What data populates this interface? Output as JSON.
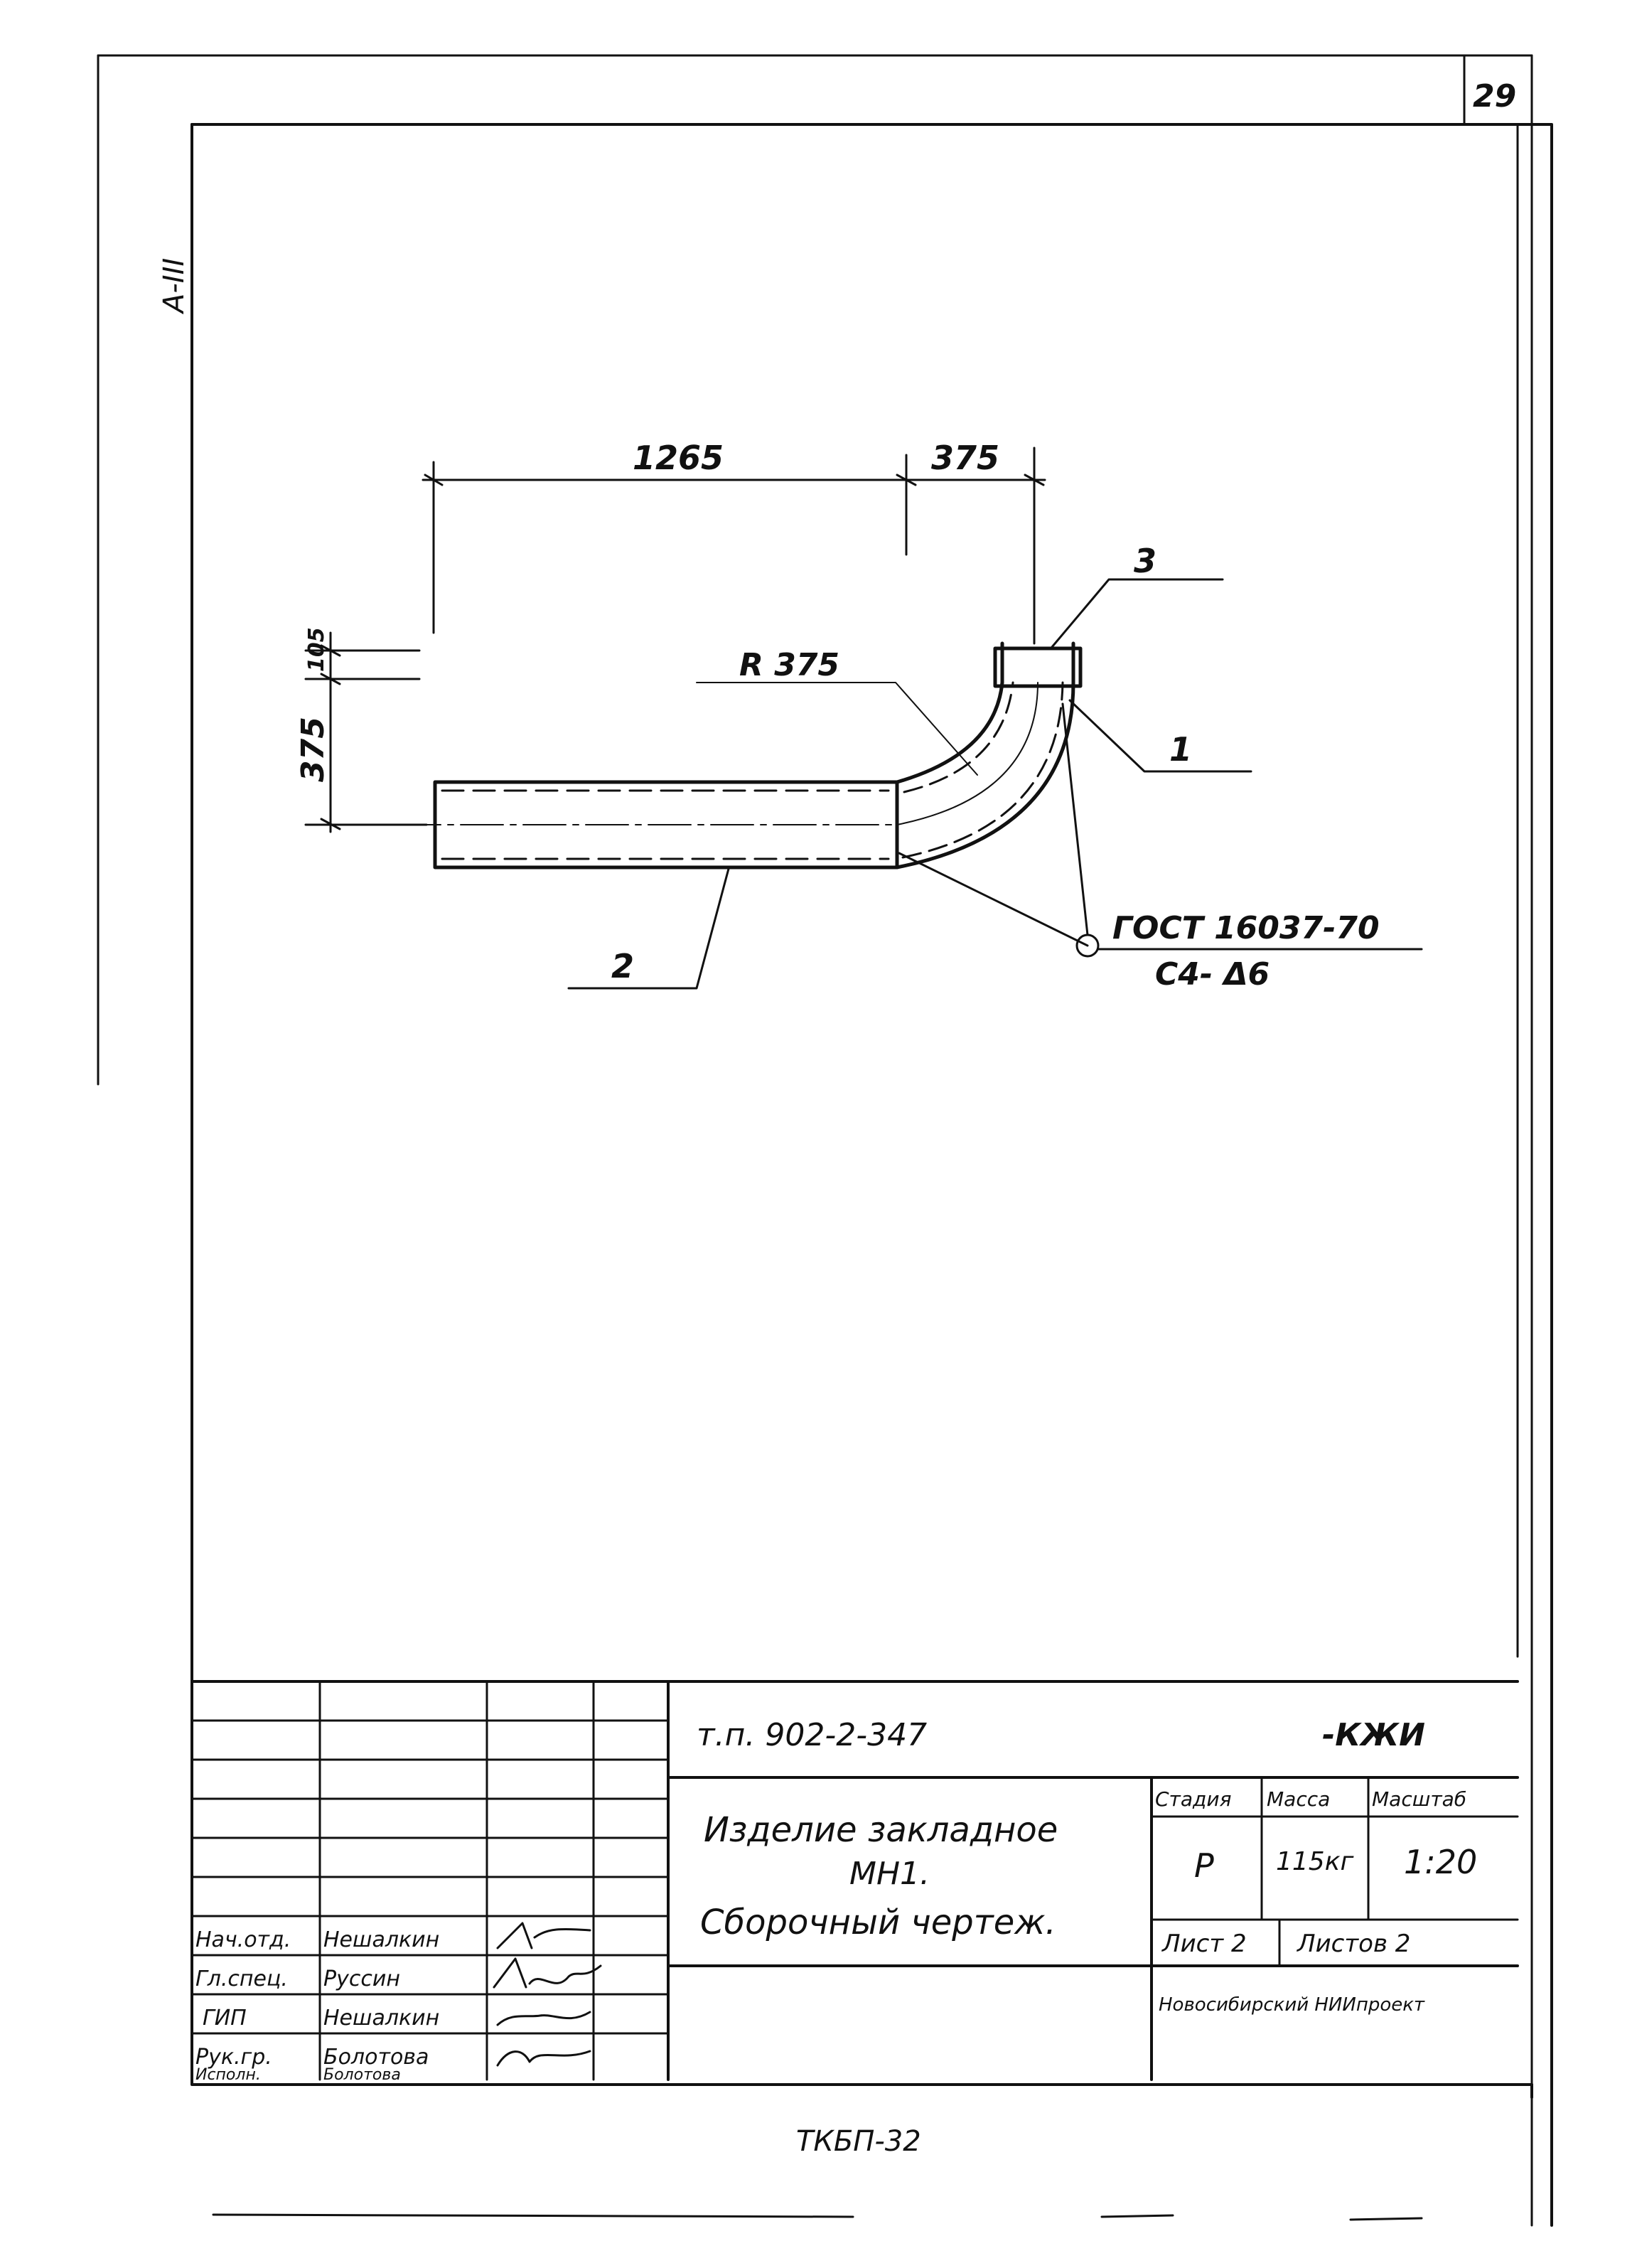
{
  "sheet_number": "29",
  "format": "А-III",
  "drawing": {
    "dim_length": "1265",
    "dim_bend_offset": "375",
    "dim_height": "375",
    "dim_small": "105",
    "radius_label": "R 375",
    "weld_standard": "ГОСТ 16037-70",
    "weld_type": "С4- Δ6",
    "positions": [
      "1",
      "2",
      "3"
    ]
  },
  "title_block": {
    "project_code": "т.п. 902-2-347",
    "section_code": "-КЖИ",
    "title_line1": "Изделие закладное",
    "title_line2": "МН1.",
    "title_line3": "Сборочный чертеж.",
    "stage_header": "Стадия",
    "mass_header": "Масса",
    "scale_header": "Масштаб",
    "stage_value": "Р",
    "mass_value": "115кг",
    "scale_value": "1:20",
    "sheet_label": "Лист 2",
    "sheets_label": "Листов 2",
    "organization": "Новосибирский НИИпроект",
    "roles": [
      {
        "role": "Нач.отд.",
        "name": "Нешалкин"
      },
      {
        "role": "Гл.спец.",
        "name": "Руссин"
      },
      {
        "role": "ГИП",
        "name": "Нешалкин"
      },
      {
        "role": "Рук.гр.",
        "name": "Болотова"
      },
      {
        "role": "Исполн.",
        "name": "Болотова"
      }
    ]
  },
  "bottom_stamp": "ТКБП-32"
}
